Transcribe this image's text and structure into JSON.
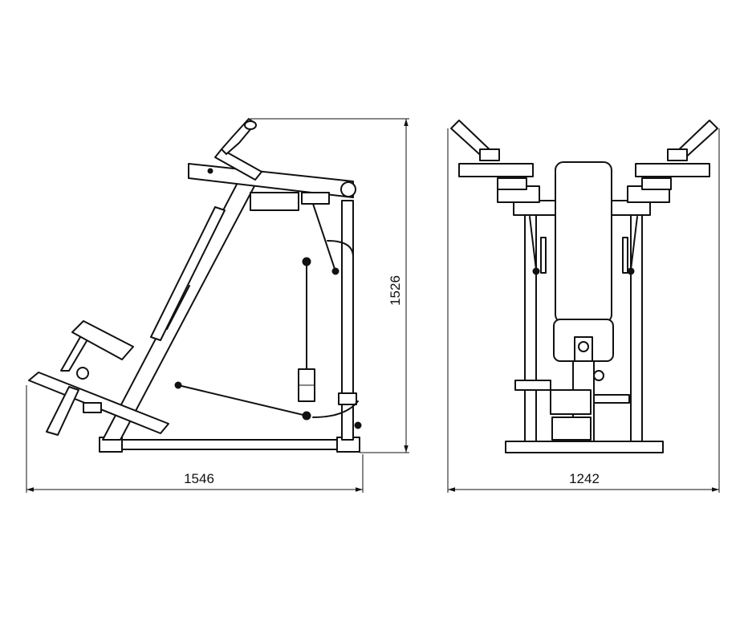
{
  "dimensions": {
    "side_width": "1546",
    "side_height": "1526",
    "front_width": "1242"
  },
  "colors": {
    "line": "#111111",
    "background": "#ffffff"
  }
}
